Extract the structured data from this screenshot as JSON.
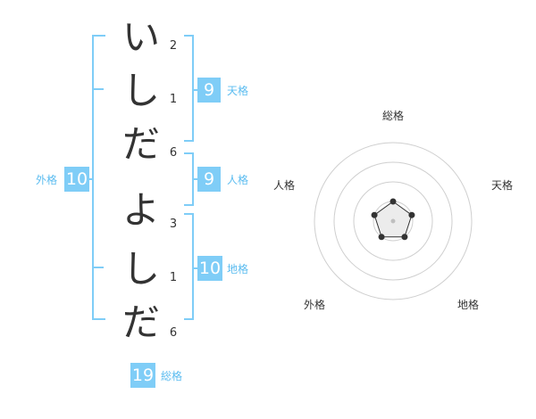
{
  "name_chars": [
    {
      "char": "い",
      "strokes": "2"
    },
    {
      "char": "し",
      "strokes": "1"
    },
    {
      "char": "だ",
      "strokes": "6"
    },
    {
      "char": "よ",
      "strokes": "3"
    },
    {
      "char": "し",
      "strokes": "1"
    },
    {
      "char": "だ",
      "strokes": "6"
    }
  ],
  "kakusu": {
    "tenkaku": {
      "value": "9",
      "label": "天格"
    },
    "jinkaku": {
      "value": "9",
      "label": "人格"
    },
    "chikaku": {
      "value": "10",
      "label": "地格"
    },
    "gaikaku": {
      "value": "10",
      "label": "外格"
    },
    "soukaku": {
      "value": "19",
      "label": "総格"
    }
  },
  "colors": {
    "accent": "#7fcdf7",
    "bracket": "#7fcdf7",
    "label": "#5bbcf0",
    "text": "#333333"
  },
  "chart_data": {
    "type": "radar",
    "axes": [
      "総格",
      "天格",
      "地格",
      "外格",
      "人格"
    ],
    "values": [
      1,
      1,
      1,
      1,
      1
    ],
    "rings": 4,
    "max": 5
  }
}
